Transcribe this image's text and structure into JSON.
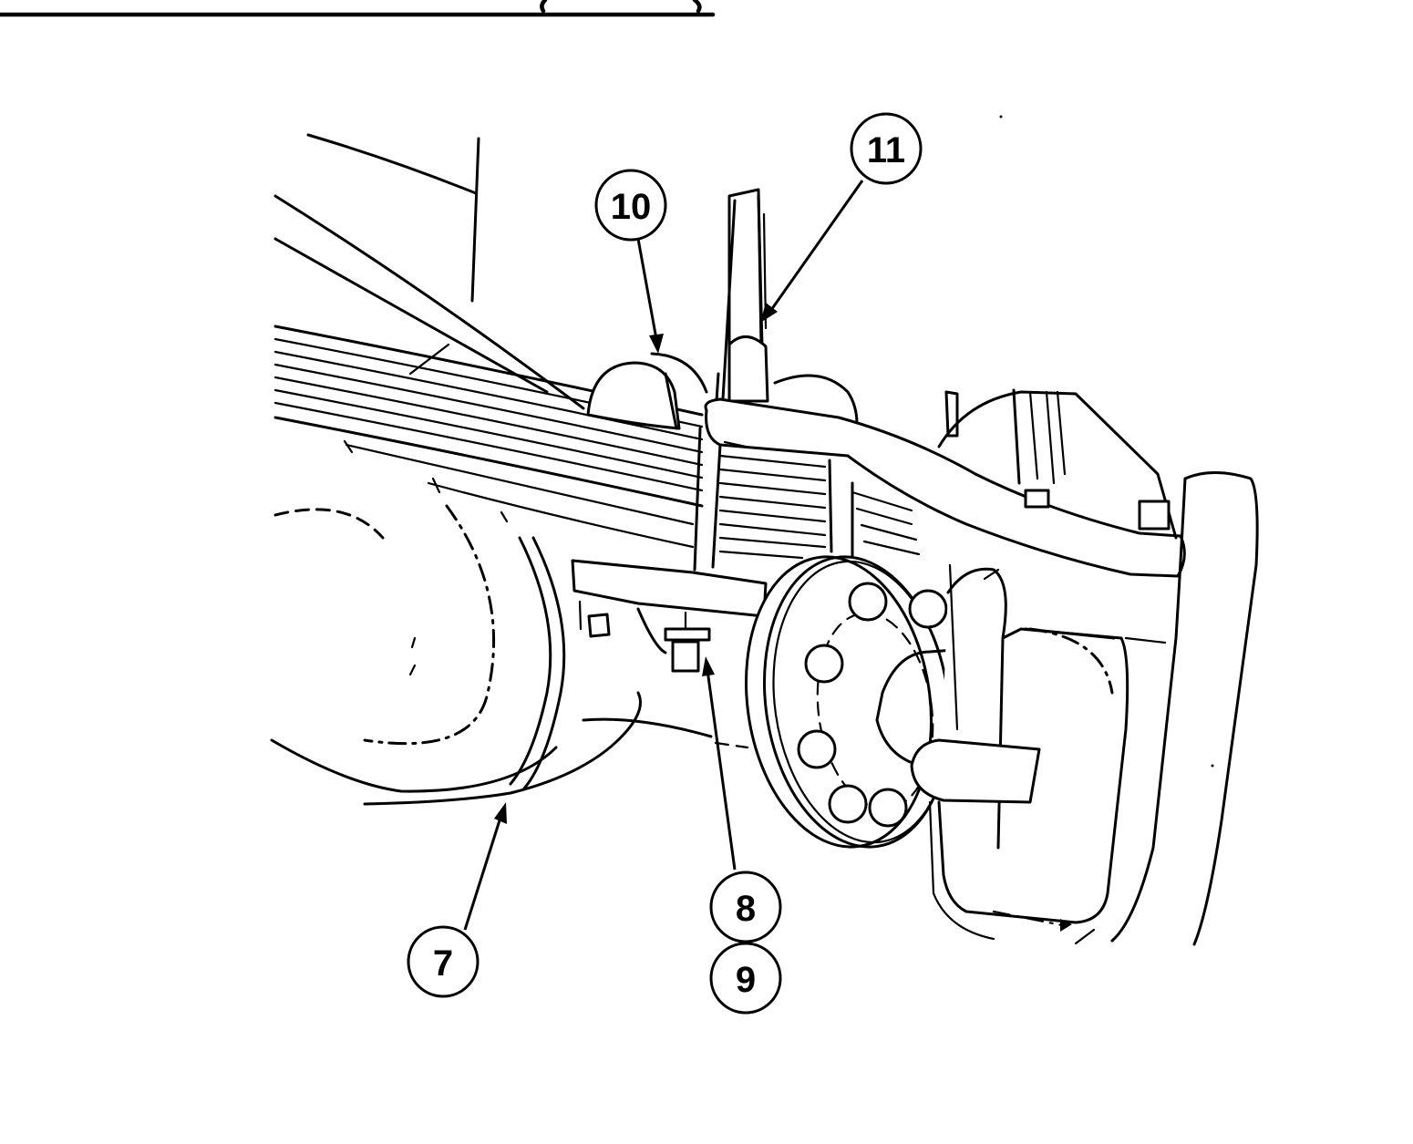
{
  "figure": {
    "ink_color": "#000000",
    "background_color": "#ffffff"
  },
  "callouts": [
    {
      "id": "callout-7",
      "label": "7"
    },
    {
      "id": "callout-8",
      "label": "8"
    },
    {
      "id": "callout-9",
      "label": "9"
    },
    {
      "id": "callout-10",
      "label": "10"
    },
    {
      "id": "callout-11",
      "label": "11"
    }
  ]
}
